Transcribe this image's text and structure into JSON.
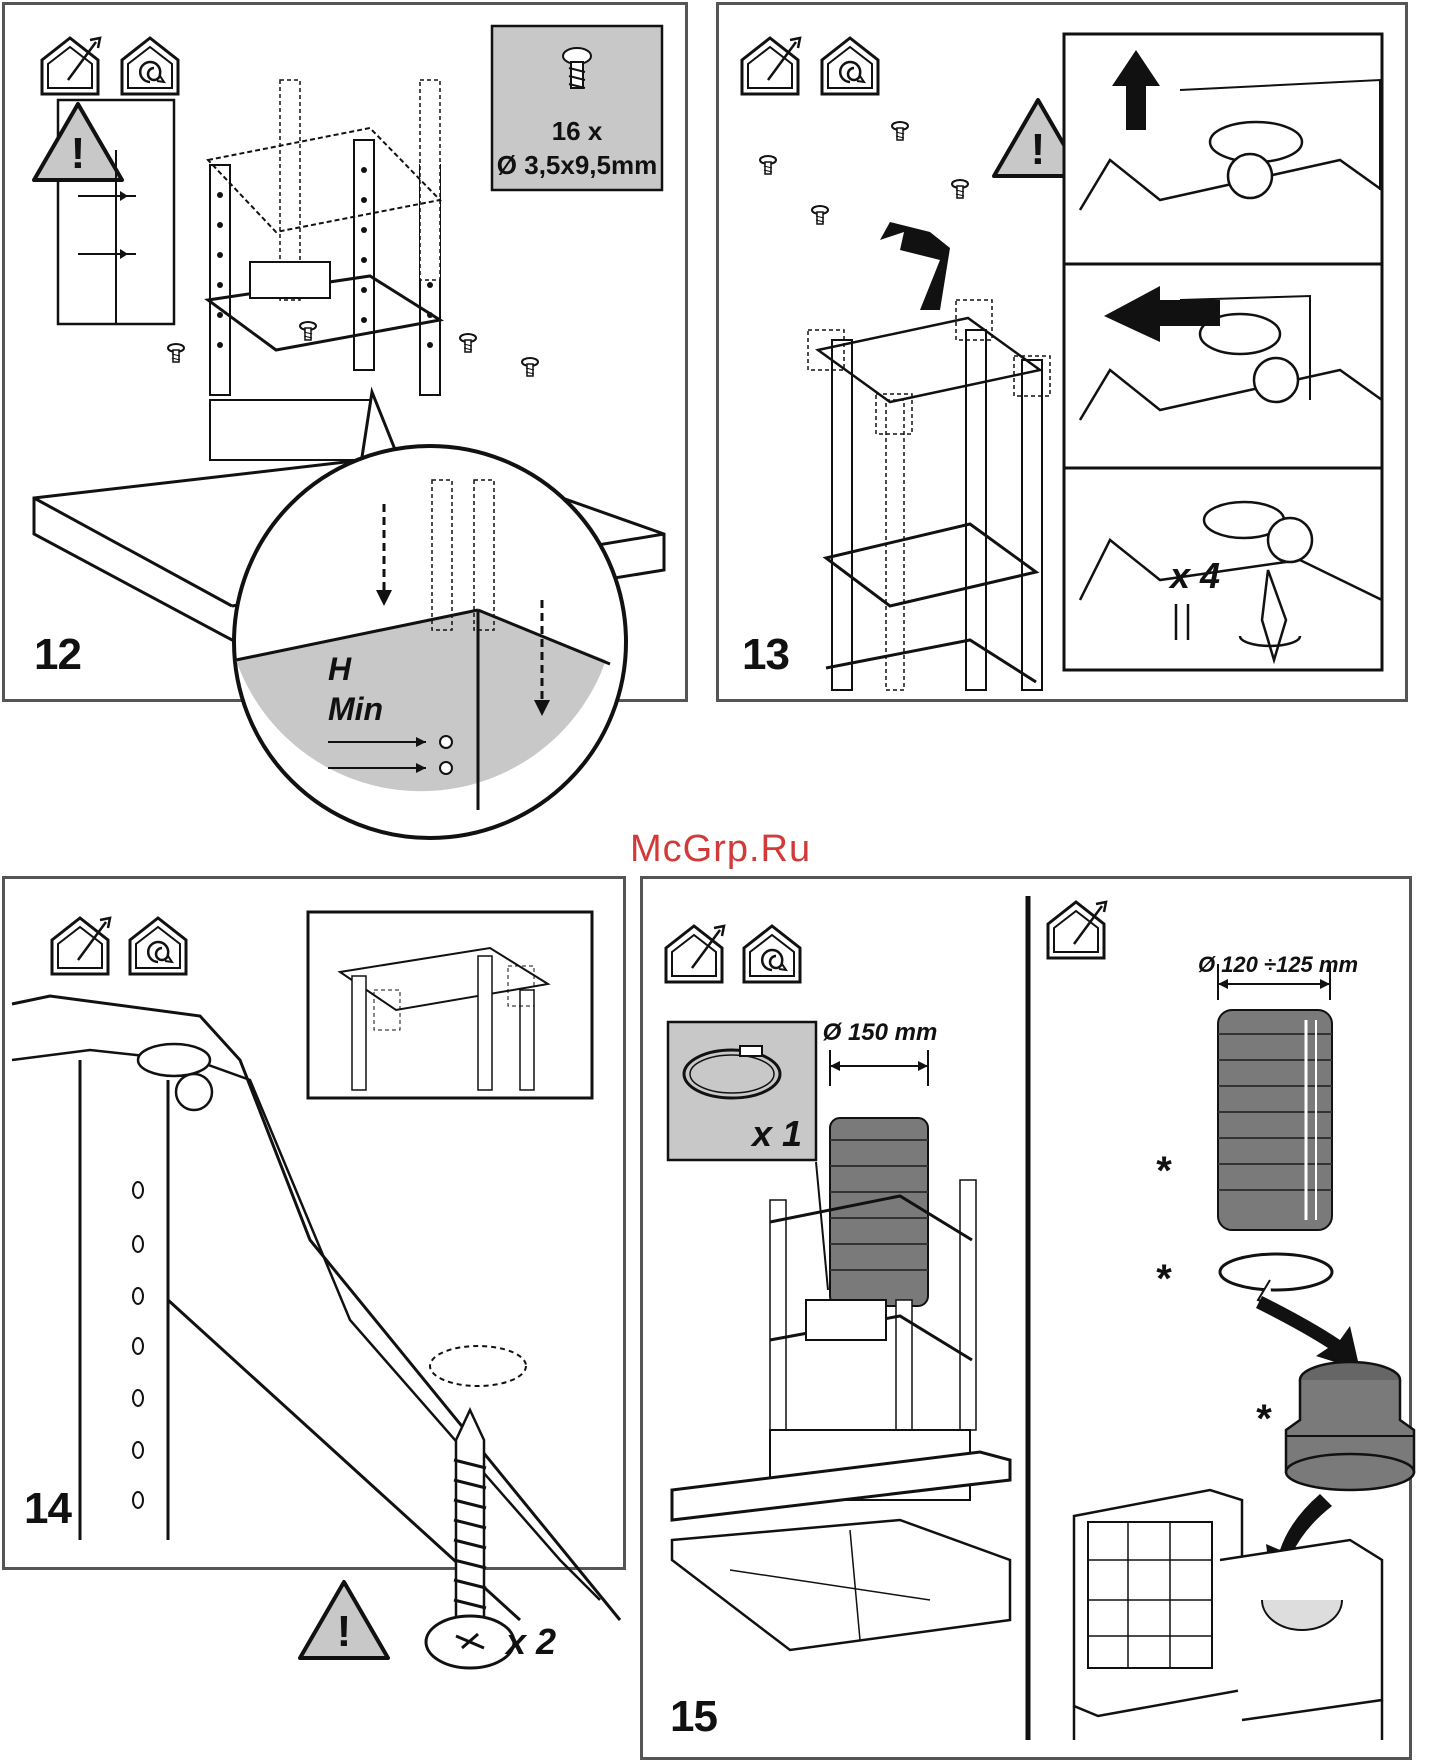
{
  "watermark": "McGrp.Ru",
  "steps": {
    "s12": {
      "number": "12",
      "screw_count": "16 x",
      "screw_size": "Ø 3,5x9,5mm",
      "h_label": "H",
      "min_label": "Min"
    },
    "s13": {
      "number": "13",
      "multiplier": "x 4"
    },
    "s14": {
      "number": "14",
      "multiplier": "x 2"
    },
    "s15": {
      "number": "15",
      "clamp_multiplier": "x 1",
      "duct_diameter": "Ø 150 mm",
      "flex_diameter": "Ø 120 ÷125 mm",
      "optional_mark": "*"
    }
  },
  "icons": [
    "house-duct-icon",
    "house-recirculation-icon",
    "warning-triangle-icon",
    "screw-icon",
    "clamp-icon",
    "arrow-icon"
  ],
  "colors": {
    "panel_border": "#555555",
    "label_box": "#c8c8c8",
    "watermark": "#d23a3a",
    "duct": "#7a7a7a"
  }
}
